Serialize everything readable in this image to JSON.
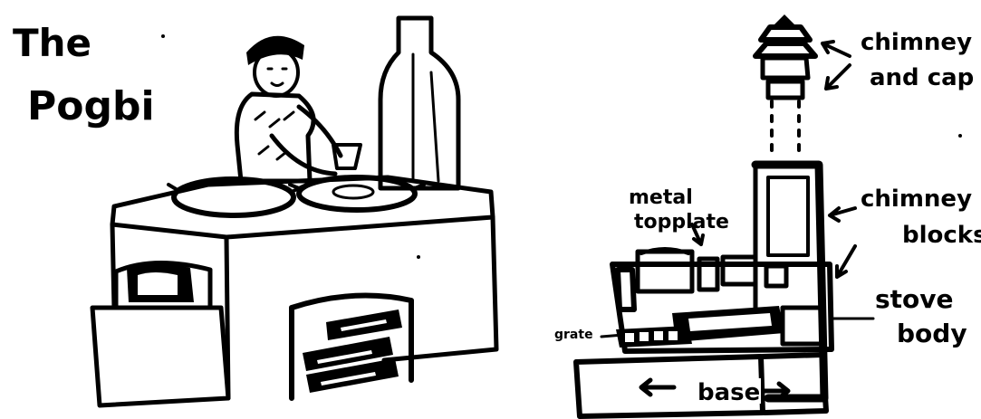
{
  "title": {
    "line1": "The",
    "line2": "Pogbi"
  },
  "labels": {
    "chimney_and_cap": [
      "chimney",
      "and cap"
    ],
    "metal_topplate": [
      "metal",
      "topplate"
    ],
    "chimney_blocks": [
      "chimney",
      "blocks"
    ],
    "stove_body": [
      "stove",
      "body"
    ],
    "grate": "grate",
    "base": "base"
  }
}
